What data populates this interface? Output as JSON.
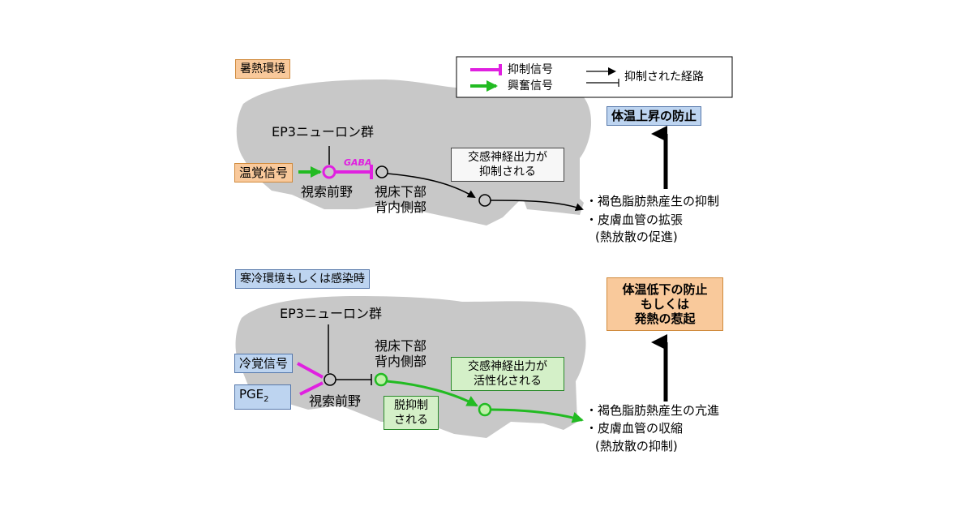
{
  "top": {
    "env_label": "暑熱環境",
    "ep3_label": "EP3ニューロン群",
    "gaba_label": "GABA",
    "input_label": "温覚信号",
    "poa_label": "視索前野",
    "dmh_label_1": "視床下部",
    "dmh_label_2": "背内側部",
    "symp_box_1": "交感神経出力が",
    "symp_box_2": "抑制される",
    "result_box": "体温上昇の防止",
    "effect_1": "・褐色脂肪熱産生の抑制",
    "effect_2": "・皮膚血管の拡張",
    "effect_3": "(熱放散の促進)"
  },
  "legend": {
    "inhibit_signal": "抑制信号",
    "excite_signal": "興奮信号",
    "inhibited_path": "抑制された経路"
  },
  "bottom": {
    "env_label": "寒冷環境もしくは感染時",
    "ep3_label": "EP3ニューロン群",
    "input_cold": "冷覚信号",
    "input_pge_main": "PGE",
    "input_pge_sub": "2",
    "poa_label": "視索前野",
    "dmh_label_1": "視床下部",
    "dmh_label_2": "背内側部",
    "disinhibit_1": "脱抑制",
    "disinhibit_2": "される",
    "symp_box_1": "交感神経出力が",
    "symp_box_2": "活性化される",
    "result_1": "体温低下の防止",
    "result_2": "もしくは",
    "result_3": "発熱の惹起",
    "effect_1": "・褐色脂肪熱産生の亢進",
    "effect_2": "・皮膚血管の収縮",
    "effect_3": "(熱放散の抑制)"
  },
  "colors": {
    "inhibit": "#e020e0",
    "excite": "#22bb22",
    "brain": "#c8c8c8"
  }
}
